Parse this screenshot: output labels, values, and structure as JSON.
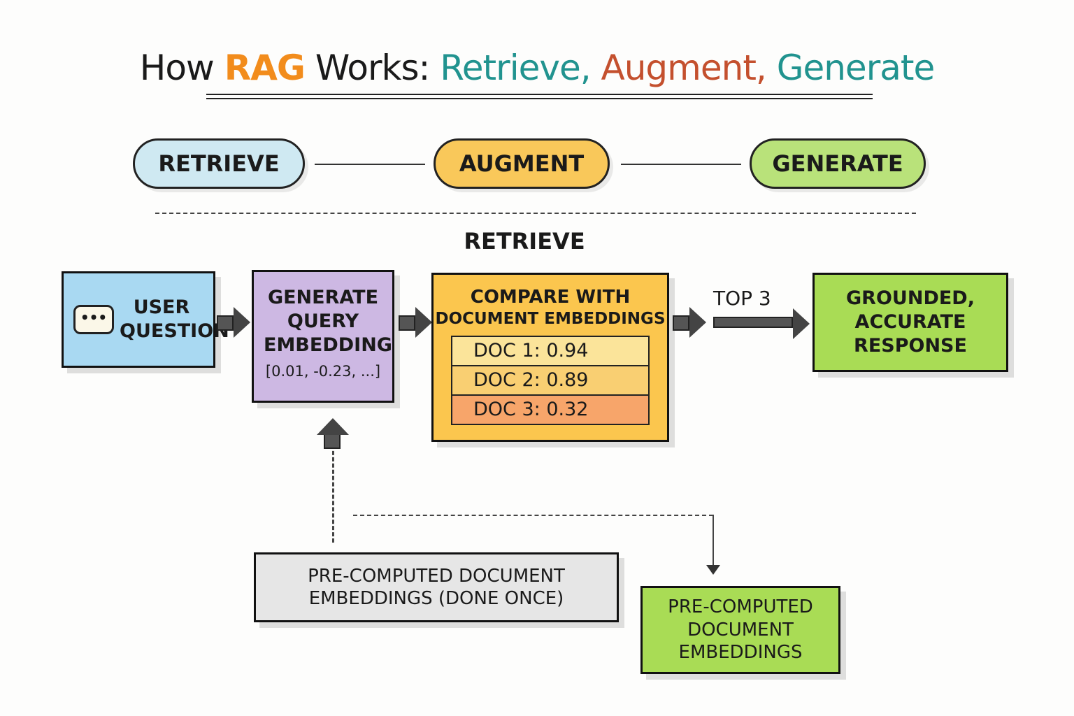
{
  "title": {
    "prefix": "How",
    "rag": "RAG",
    "mid": "Works:",
    "retrieve": "Retrieve,",
    "augment": "Augment,",
    "generate": "Generate"
  },
  "stages": [
    "RETRIEVE",
    "AUGMENT",
    "GENERATE"
  ],
  "section_label": "RETRIEVE",
  "user_question": "USER QUESTION",
  "query_embedding": {
    "label": "GENERATE QUERY EMBEDDING",
    "vector": "[0.01, -0.23, ...]"
  },
  "compare": {
    "label_line1": "COMPARE WITH",
    "label_line2": "DOCUMENT EMBEDDINGS",
    "docs": [
      "DOC 1: 0.94",
      "DOC 2: 0.89",
      "DOC 3: 0.32"
    ]
  },
  "top_label": "TOP 3",
  "response": "GROUNDED, ACCURATE RESPONSE",
  "precomputed_done_once": {
    "line1": "PRE-COMPUTED DOCUMENT",
    "line2": "EMBEDDINGS (DONE ONCE)"
  },
  "precomputed": "PRE-COMPUTED DOCUMENT EMBEDDINGS",
  "colors": {
    "retrieve": "#cfe9f2",
    "augment": "#f9c85a",
    "generate": "#b9e27a",
    "user": "#a9d9f2",
    "query": "#cdb8e3",
    "compare": "#fbc64e",
    "response": "#a9dc55",
    "gray": "#e6e6e6"
  }
}
